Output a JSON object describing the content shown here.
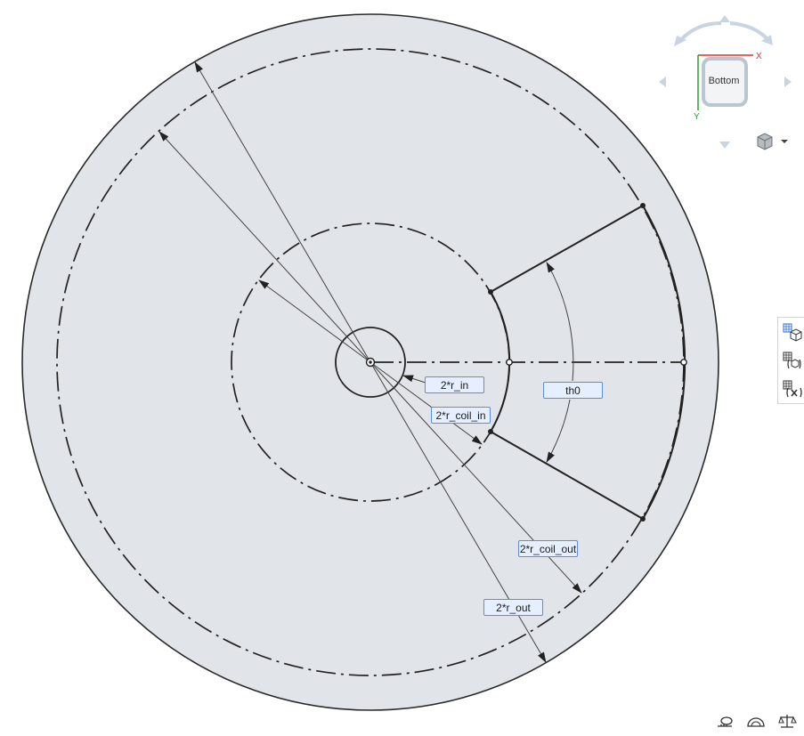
{
  "view": {
    "face_label": "Bottom",
    "axis_x_label": "X",
    "axis_y_label": "Y"
  },
  "dimensions": {
    "r_in": "2*r_in",
    "r_coil_in": "2*r_coil_in",
    "r_coil_out": "2*r_coil_out",
    "r_out": "2*r_out",
    "th0": "th0"
  },
  "colors": {
    "disk_fill": "#e1e4e8",
    "line": "#2a2a2a",
    "label_bg": "#e6efff",
    "label_border": "#5b8fd6",
    "axis_x": "#e0302a",
    "axis_y": "#2aa02a"
  },
  "icons": {
    "view_mode": "cube-icon",
    "side_toolbar": [
      "grid-cube-icon",
      "grid-frame-icon",
      "grid-variable-icon"
    ],
    "bottom": [
      "measure-tape-icon",
      "protractor-icon",
      "balance-icon"
    ]
  }
}
